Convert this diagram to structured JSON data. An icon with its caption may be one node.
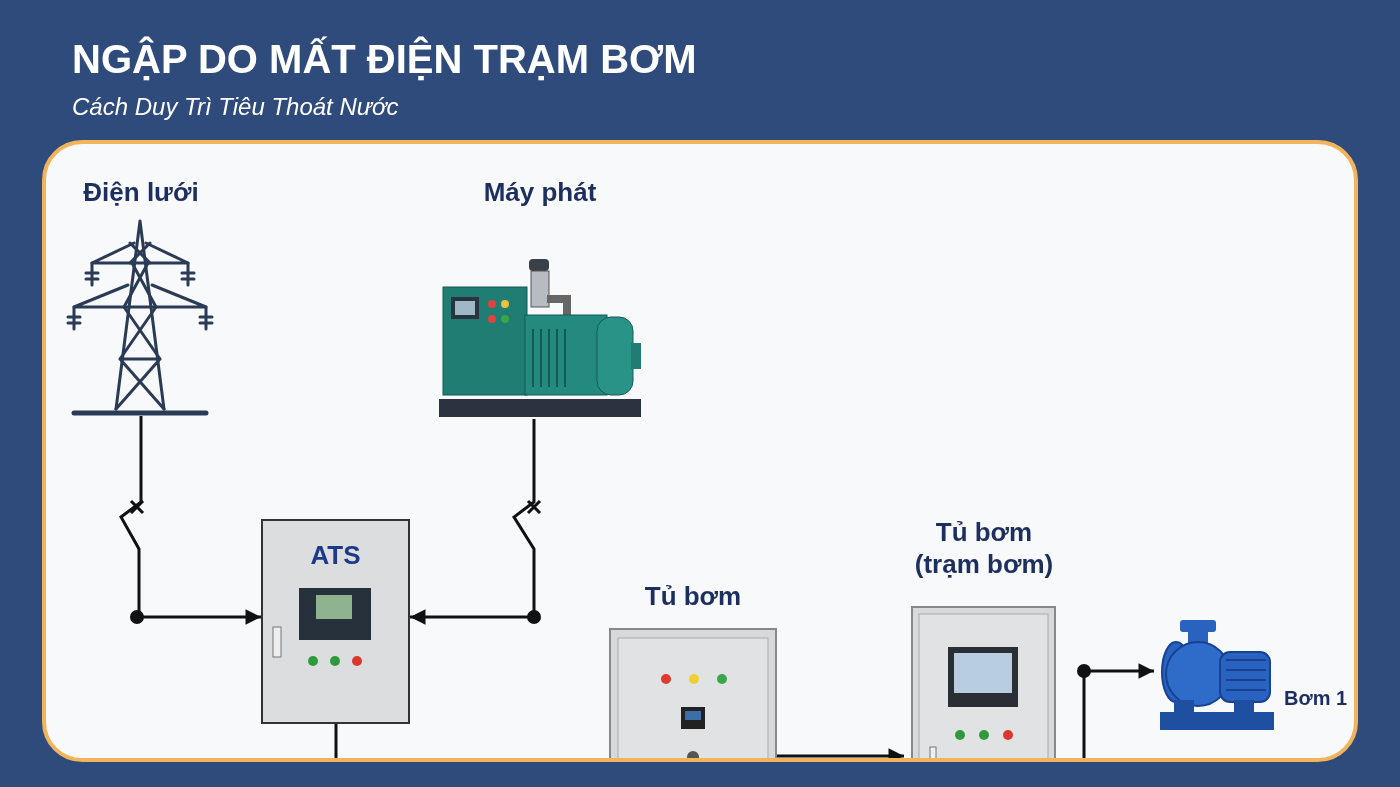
{
  "diagram": {
    "title": "NGẬP DO MẤT ĐIỆN TRẠM BƠM",
    "caption": "Cách Duy Trì Tiêu Thoát Nước",
    "nodes": [
      {
        "text": [
          "Điện lưới"
        ]
      },
      {
        "text": [
          "Máy phát"
        ]
      },
      {
        "text": [
          "ATS"
        ]
      },
      {
        "text": [
          "Tủ bơm"
        ]
      },
      {
        "text": [
          "Tủ bơm (trạm bơm)"
        ]
      },
      {
        "text": [
          "Bơm 1"
        ]
      }
    ],
    "edges": [
      {
        "from": 0,
        "to": 2,
        "arrow": "to"
      },
      {
        "from": 1,
        "to": 2,
        "arrow": "to"
      },
      {
        "from": 2,
        "to": null,
        "arrow": "none"
      },
      {
        "from": 3,
        "to": 4,
        "arrow": "to"
      },
      {
        "from": null,
        "to": 5,
        "arrow": "to"
      }
    ]
  }
}
